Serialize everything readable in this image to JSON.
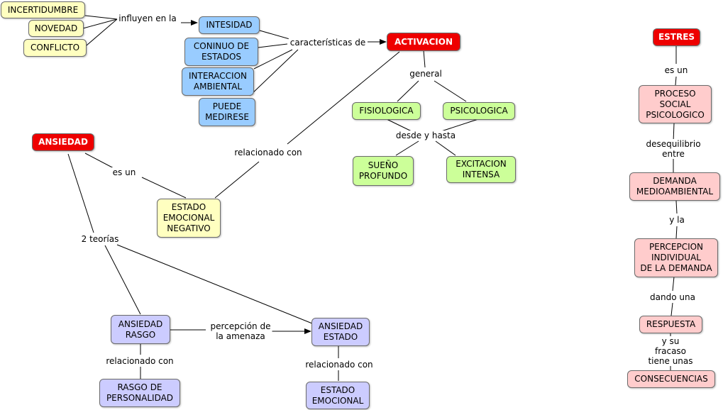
{
  "nodes": {
    "incertidumbre": "INCERTIDUMBRE",
    "novedad": "NOVEDAD",
    "conflicto": "CONFLICTO",
    "intesidad": "INTESIDAD",
    "coninuo": "CONINUO DE\nESTADOS",
    "interaccion": "INTERACCION\nAMBIENTAL",
    "puede": "PUEDE\nMEDIRESE",
    "activacion": "ACTIVACION",
    "fisiologica": "FISIOLOGICA",
    "psicologica": "PSICOLOGICA",
    "sueno": "SUEÑO\nPROFUNDO",
    "excitacion": "EXCITACION\nINTENSA",
    "ansiedad": "ANSIEDAD",
    "estado_emocional_negativo": "ESTADO\nEMOCIONAL\nNEGATIVO",
    "ansiedad_rasgo": "ANSIEDAD\nRASGO",
    "ansiedad_estado": "ANSIEDAD\nESTADO",
    "rasgo_personalidad": "RASGO DE\nPERSONALIDAD",
    "estado_emocional": "ESTADO\nEMOCIONAL",
    "estres": "ESTRES",
    "proceso": "PROCESO\nSOCIAL\nPSICOLOGICO",
    "demanda": "DEMANDA\nMEDIOAMBIENTAL",
    "percepcion": "PERCEPCION\nINDIVIDUAL\nDE LA DEMANDA",
    "respuesta": "RESPUESTA",
    "consecuencias": "CONSECUENCIAS"
  },
  "links": {
    "influyen": "influyen en la",
    "caracteristicas": "características de",
    "general": "general",
    "desde_hasta": "desde y hasta",
    "relacionado_activ": "relacionado con",
    "es_un_ansiedad": "es un",
    "dos_teorias": "2 teorías",
    "percepcion_amenaza": "percepción de\nla amenaza",
    "relacionado_rasgo": "relacionado con",
    "relacionado_estado": "relacionado con",
    "es_un_estres": "es un",
    "desequilibrio": "desequilibrio entre",
    "y_la": "y la",
    "dando_una": "dando una",
    "fracaso": "y su fracaso tiene unas"
  }
}
